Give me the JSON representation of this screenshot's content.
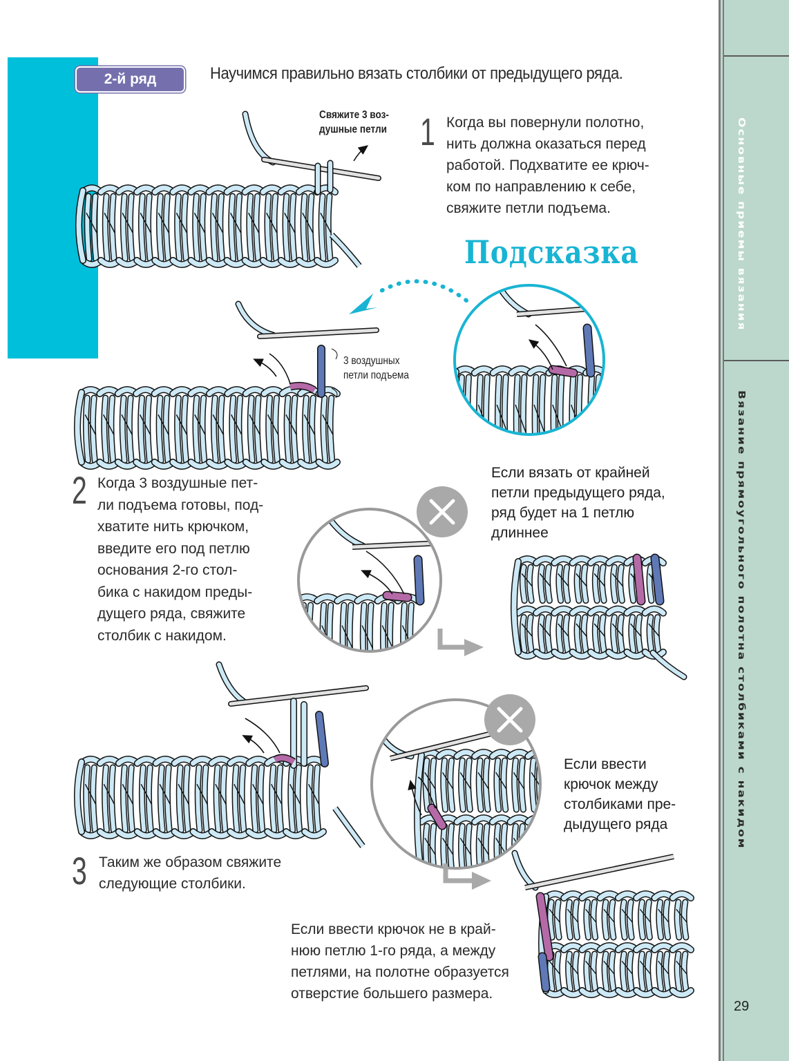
{
  "header": {
    "row_badge": "2-й ряд",
    "intro": "Научимся правильно вязать столбики от предыдущего ряда."
  },
  "steps": [
    {
      "number": "1",
      "lines": [
        "Когда вы повернули полотно,",
        "нить должна оказаться перед",
        "работой. Подхватите ее крюч-",
        "ком по направлению к себе,",
        "свяжите петли подъема."
      ]
    },
    {
      "number": "2",
      "lines": [
        "Когда 3 воздушные пет-",
        "ли подъема готовы, под-",
        "хватите нить крючком,",
        "введите его под петлю",
        "основания 2-го стол-",
        "бика с накидом преды-",
        "дущего ряда, свяжите",
        "столбик с накидом."
      ]
    },
    {
      "number": "3",
      "lines": [
        "Таким же образом свяжите",
        "следующие столбики."
      ]
    }
  ],
  "labels": {
    "chain_three": [
      "Свяжите 3 воз-",
      "душные петли"
    ],
    "turning_chain": [
      "3 воздушных",
      "петли подъема"
    ]
  },
  "hint": {
    "title": "Подсказка"
  },
  "warnings": [
    {
      "icon": "cross-icon",
      "caption": [
        "Если вязать от крайней",
        "петли предыдущего ряда,",
        "ряд будет на 1 петлю",
        "длиннее"
      ]
    },
    {
      "icon": "cross-icon",
      "caption": [
        "Если ввести",
        "крючок между",
        "столбиками пре-",
        "дыдущего ряда"
      ]
    }
  ],
  "note": {
    "lines": [
      "Если ввести крючок не в край-",
      "нюю петлю 1-го ряда, а между",
      "петлями, на полотне образуется",
      "отверстие большего размера."
    ]
  },
  "sidebar": {
    "active_section": "Основные приемы вязания",
    "section": "Вязание прямоугольного полотна столбиками с накидом",
    "page_number": "29"
  },
  "colors": {
    "yarn": "#cde9f5",
    "chain": "#5f79b7",
    "highlight": "#b56aa8",
    "hint_accent": "#18b4d3",
    "badge": "#7570ad",
    "warning_grey": "#a9a9a9",
    "sidebar_active": "#00bfdb",
    "sidebar_bg": "#bcd8cd"
  }
}
